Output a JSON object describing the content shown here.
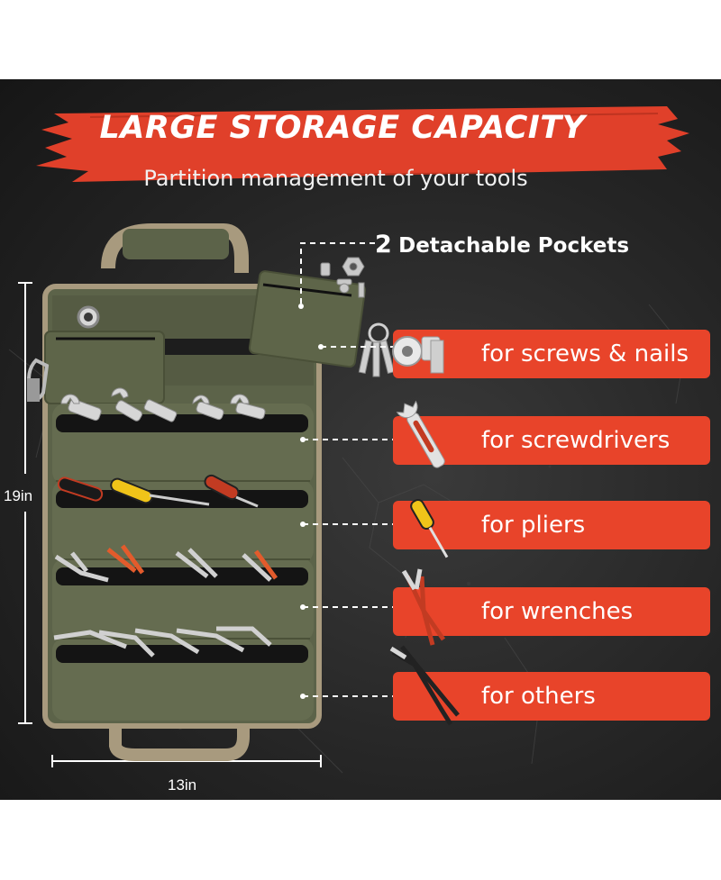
{
  "title": "LARGE STORAGE CAPACITY",
  "subtitle": "Partition management of your tools",
  "pockets_callout": {
    "number": "2",
    "text": "Detachable Pockets"
  },
  "labels": [
    "for screws & nails",
    "for screwdrivers",
    "for pliers",
    "for wrenches",
    "for others"
  ],
  "dimensions": {
    "height": "19in",
    "width": "13in"
  },
  "colors": {
    "accent": "#e8442a",
    "bag_green": "#5c6349",
    "bag_trim": "#a89a7e",
    "background": "#262626"
  },
  "icons": [
    "adjustable-wrench-icon",
    "screwdriver-icon",
    "pliers-icon",
    "slip-joint-pliers-icon",
    "screws-icon",
    "keys-icon"
  ]
}
